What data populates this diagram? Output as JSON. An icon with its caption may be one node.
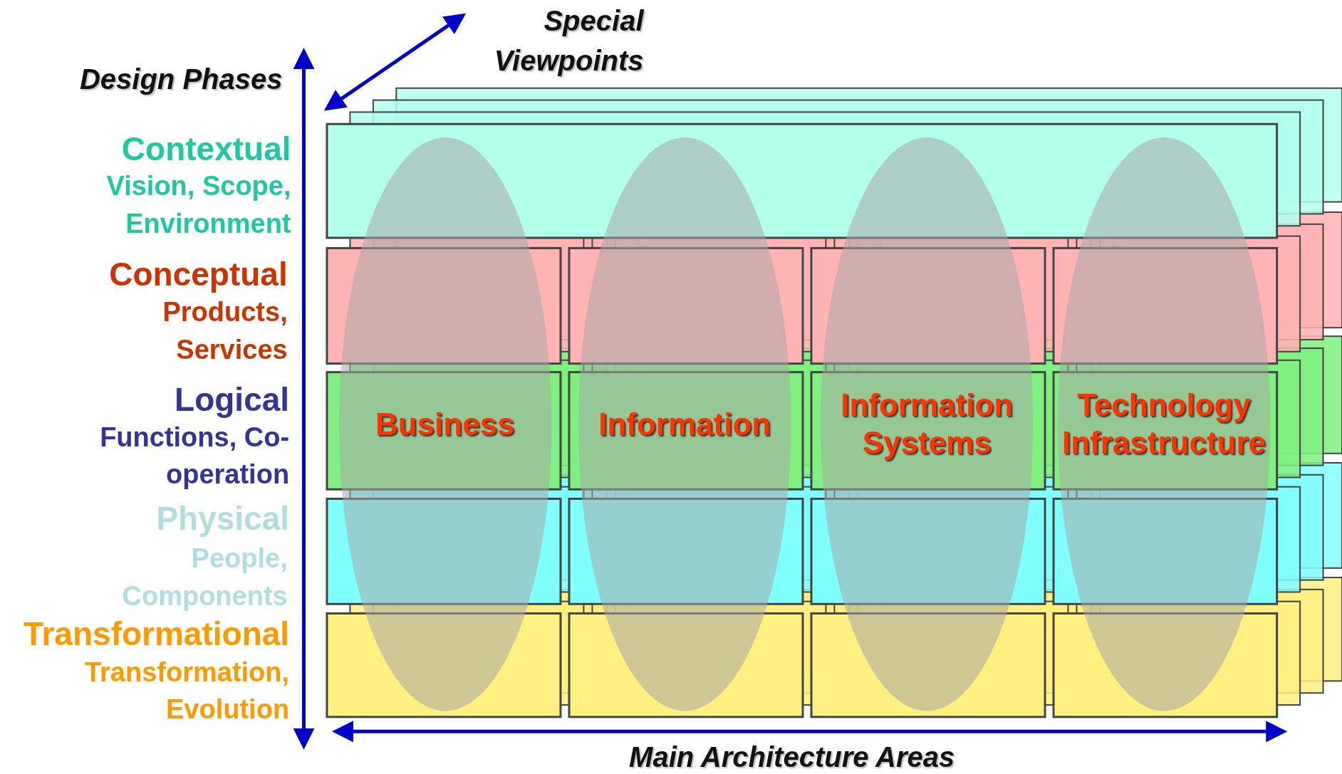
{
  "diagram": {
    "nodes": [
      {
        "text": [
          "Business"
        ]
      },
      {
        "text": [
          "Information"
        ]
      },
      {
        "text": [
          "Information Systems"
        ]
      },
      {
        "text": [
          "Technology Infrastructure"
        ]
      }
    ],
    "labels": [
      "Special Viewpoints",
      "Design Phases",
      "Contextual",
      "Vision, Scope, Environment",
      "Conceptual",
      "Products, Services",
      "Logical",
      "Functions, Co-operation",
      "Physical",
      "People, Components",
      "Transformational",
      "Transformation, Evolution",
      "Main Architecture Areas"
    ]
  }
}
